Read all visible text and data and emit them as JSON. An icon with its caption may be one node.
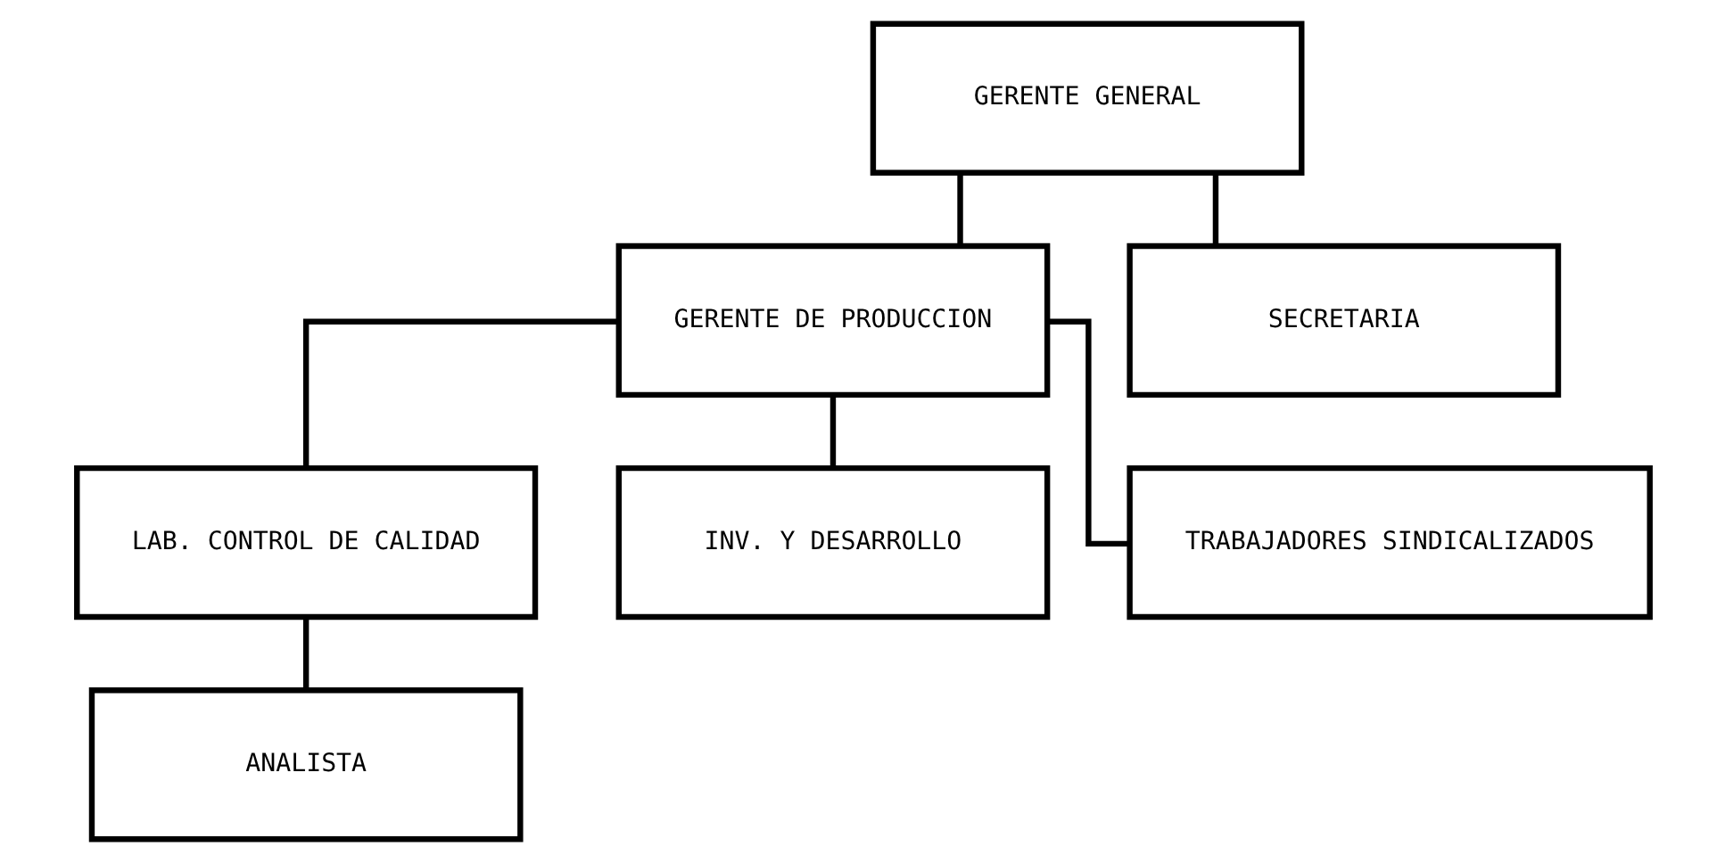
{
  "diagram": {
    "nodes": [
      {
        "text": [
          "GERENTE GENERAL"
        ]
      },
      {
        "text": [
          "GERENTE DE PRODUCCION"
        ]
      },
      {
        "text": [
          "SECRETARIA"
        ]
      },
      {
        "text": [
          "LAB. CONTROL DE CALIDAD"
        ]
      },
      {
        "text": [
          "INV. Y DESARROLLO"
        ]
      },
      {
        "text": [
          "ANALISTA"
        ]
      },
      {
        "text": [
          "TRABAJADORES SINDICALIZADOS"
        ]
      }
    ],
    "edges": [
      {
        "from": 0,
        "to": 1,
        "arrow": "none"
      },
      {
        "from": 0,
        "to": 2,
        "arrow": "none"
      },
      {
        "from": 1,
        "to": 3,
        "arrow": "none"
      },
      {
        "from": 1,
        "to": 4,
        "arrow": "none"
      },
      {
        "from": 1,
        "to": 6,
        "arrow": "none"
      },
      {
        "from": 3,
        "to": 5,
        "arrow": "none"
      }
    ]
  }
}
